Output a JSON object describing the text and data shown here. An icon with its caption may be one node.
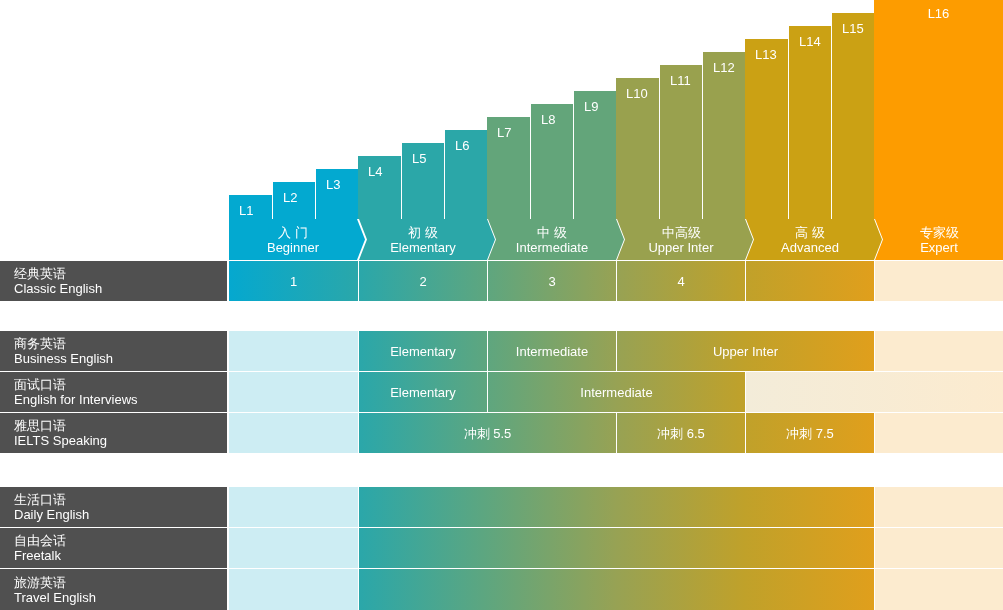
{
  "diagram": {
    "nodes": [
      {
        "text": [
          "L1"
        ]
      },
      {
        "text": [
          "L2"
        ]
      },
      {
        "text": [
          "L3"
        ]
      },
      {
        "text": [
          "L4"
        ]
      },
      {
        "text": [
          "L5"
        ]
      },
      {
        "text": [
          "L6"
        ]
      },
      {
        "text": [
          "L7"
        ]
      },
      {
        "text": [
          "L8"
        ]
      },
      {
        "text": [
          "L9"
        ]
      },
      {
        "text": [
          "L10"
        ]
      },
      {
        "text": [
          "L11"
        ]
      },
      {
        "text": [
          "L12"
        ]
      },
      {
        "text": [
          "L13"
        ]
      },
      {
        "text": [
          "L14"
        ]
      },
      {
        "text": [
          "L15"
        ]
      },
      {
        "text": [
          "L16"
        ]
      },
      {
        "text": [
          "入 门",
          "Beginner"
        ]
      },
      {
        "text": [
          "初 级",
          "Elementary"
        ]
      },
      {
        "text": [
          "中 级",
          "Intermediate"
        ]
      },
      {
        "text": [
          "中高级",
          "Upper Inter"
        ]
      },
      {
        "text": [
          "高 级",
          "Advanced"
        ]
      },
      {
        "text": [
          "专家级",
          "Expert"
        ]
      },
      {
        "text": [
          "经典英语",
          "Classic English"
        ]
      },
      {
        "text": [
          "1"
        ]
      },
      {
        "text": [
          "2"
        ]
      },
      {
        "text": [
          "3"
        ]
      },
      {
        "text": [
          "4"
        ]
      },
      {
        "text": [],
        "shape": "bar"
      },
      {
        "text": [],
        "shape": "bar"
      },
      {
        "text": [
          "商务英语",
          "Business English"
        ]
      },
      {
        "text": [],
        "shape": "bar"
      },
      {
        "text": [
          "Elementary"
        ]
      },
      {
        "text": [
          "Intermediate"
        ]
      },
      {
        "text": [
          "Upper Inter"
        ]
      },
      {
        "text": [],
        "shape": "bar"
      },
      {
        "text": [
          "面试口语",
          "English for Interviews"
        ]
      },
      {
        "text": [],
        "shape": "bar"
      },
      {
        "text": [
          "Elementary"
        ]
      },
      {
        "text": [
          "Intermediate"
        ]
      },
      {
        "text": [],
        "shape": "bar"
      },
      {
        "text": [
          "雅思口语",
          "IELTS Speaking"
        ]
      },
      {
        "text": [],
        "shape": "bar"
      },
      {
        "text": [
          "冲刺 5.5"
        ]
      },
      {
        "text": [
          "冲刺 6.5"
        ]
      },
      {
        "text": [
          "冲刺 7.5"
        ]
      },
      {
        "text": [],
        "shape": "bar"
      },
      {
        "text": [
          "生活口语",
          "Daily English"
        ]
      },
      {
        "text": [],
        "shape": "bar"
      },
      {
        "text": [],
        "shape": "bar"
      },
      {
        "text": [],
        "shape": "bar"
      },
      {
        "text": [
          "自由会话",
          "Freetalk"
        ]
      },
      {
        "text": [],
        "shape": "bar"
      },
      {
        "text": [],
        "shape": "bar"
      },
      {
        "text": [],
        "shape": "bar"
      },
      {
        "text": [
          "旅游英语",
          "Travel English"
        ]
      },
      {
        "text": [],
        "shape": "bar"
      },
      {
        "text": [],
        "shape": "bar"
      },
      {
        "text": [],
        "shape": "bar"
      }
    ]
  }
}
